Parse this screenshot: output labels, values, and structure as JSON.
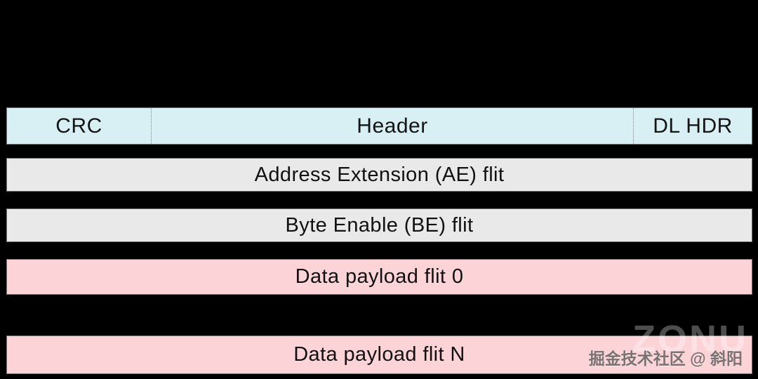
{
  "figure": {
    "background_color": "#000000",
    "title": "",
    "description": "Protocol flit stack layout diagram"
  },
  "rows": [
    {
      "name": "header-flit",
      "fill": "#d8eff4",
      "segments": [
        {
          "label": "CRC"
        },
        {
          "label": "Header"
        },
        {
          "label": "DL HDR"
        }
      ]
    },
    {
      "name": "address-extension-flit",
      "fill": "#e9e9e9",
      "label": "Address Extension (AE) flit"
    },
    {
      "name": "byte-enable-flit",
      "fill": "#e9e9e9",
      "label": "Byte Enable (BE) flit"
    },
    {
      "name": "data-payload-flit-0",
      "fill": "#fcd4d8",
      "label": "Data payload flit 0"
    },
    {
      "name": "data-payload-flit-n",
      "fill": "#fcd4d8",
      "label": "Data payload flit N"
    }
  ],
  "watermark": {
    "big": "ZONU",
    "small": "掘金技术社区 @ 斜阳"
  }
}
